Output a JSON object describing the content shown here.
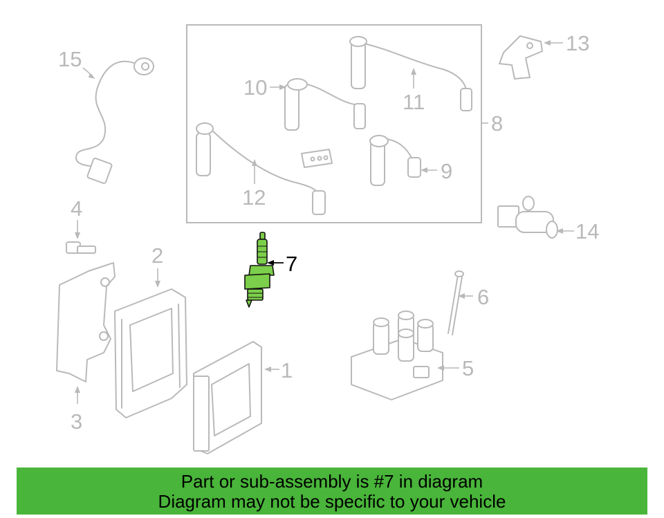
{
  "diagram": {
    "highlight_color": "#7ccf4a",
    "muted_color": "#b9b9b9",
    "banner_color": "#49b53a",
    "callouts": {
      "c1": "1",
      "c2": "2",
      "c3": "3",
      "c4": "4",
      "c5": "5",
      "c6": "6",
      "c7": "7",
      "c8": "8",
      "c9": "9",
      "c10": "10",
      "c11": "11",
      "c12": "12",
      "c13": "13",
      "c14": "14",
      "c15": "15"
    }
  },
  "banner": {
    "line1": "Part or sub-assembly is #7 in diagram",
    "line2": "Diagram may not be specific to your vehicle"
  }
}
